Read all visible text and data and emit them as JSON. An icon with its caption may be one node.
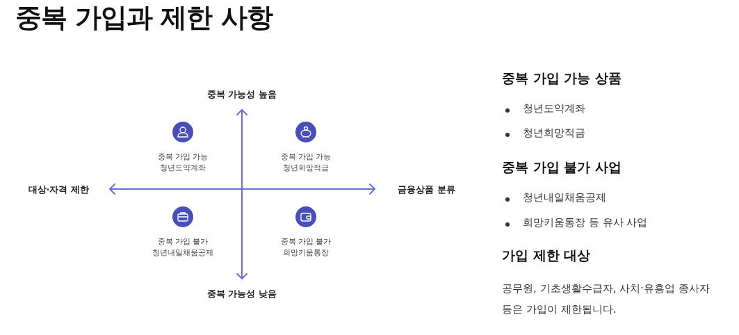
{
  "diagram": {
    "title": "중복 가입과 제한 사항",
    "nodes": [
      {
        "text": [
          "중복 가입 가능",
          "청년도약계좌"
        ]
      },
      {
        "text": [
          "중복 가입 가능",
          "청년희망적금"
        ]
      },
      {
        "text": [
          "중복 가입 불가",
          "청년내일채움공제"
        ]
      },
      {
        "text": [
          "중복 가입 불가",
          "희망키움통장"
        ]
      }
    ],
    "labels": [
      "중복 가능성 높음",
      "대상·자격 제한",
      "금융상품 분류",
      "중복 가능성 낮음",
      "중복 가입 가능 상품",
      "청년도약계좌",
      "청년희망적금",
      "중복 가입 불가 사업",
      "청년내일채움공제",
      "희망키움통장 등 유사 사업",
      "가입 제한 대상",
      "공무원, 기초생활수급자, 사치·유흥업 종사자 등은 가입이 제한됩니다."
    ]
  }
}
